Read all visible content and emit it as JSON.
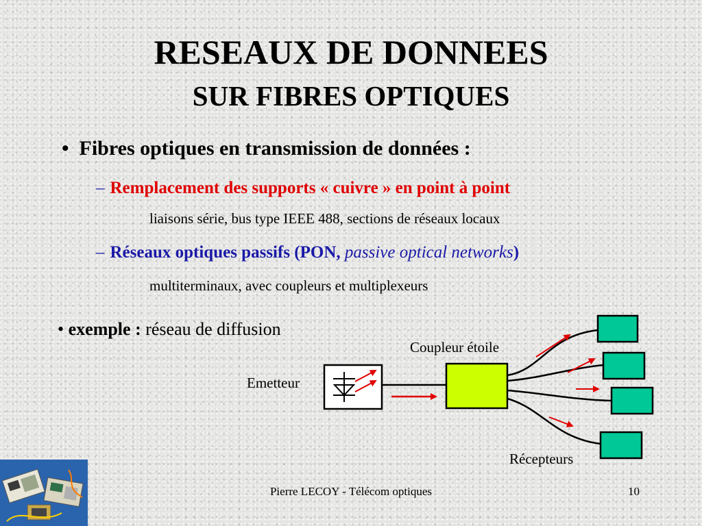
{
  "title": {
    "line1": "RESEAUX DE DONNEES",
    "line2": "SUR FIBRES OPTIQUES"
  },
  "bullets": {
    "main_marker": "•",
    "main_text": "Fibres optiques en transmission de données :",
    "sub1": {
      "marker": "–",
      "text": "Remplacement des supports « cuivre » en point à point",
      "detail": "liaisons série, bus type IEEE 488, sections de réseaux locaux"
    },
    "sub2": {
      "marker": "–",
      "text_bold": "Réseaux optiques passifs (PON,",
      "text_italic": "passive optical networks",
      "text_close": ")",
      "detail": "multiterminaux, avec coupleurs et multiplexeurs"
    }
  },
  "example": {
    "marker": "•",
    "label": "exemple :",
    "text": "réseau de diffusion"
  },
  "diagram": {
    "coupler_label": "Coupleur étoile",
    "emitter_label": "Emetteur",
    "receivers_label": "Récepteurs",
    "colors": {
      "coupler_fill": "#ccff00",
      "receiver_fill": "#00c896",
      "arrow": "#e00000",
      "fiber": "#000000"
    }
  },
  "footer": {
    "author": "Pierre LECOY - Télécom optiques",
    "page": "10"
  }
}
